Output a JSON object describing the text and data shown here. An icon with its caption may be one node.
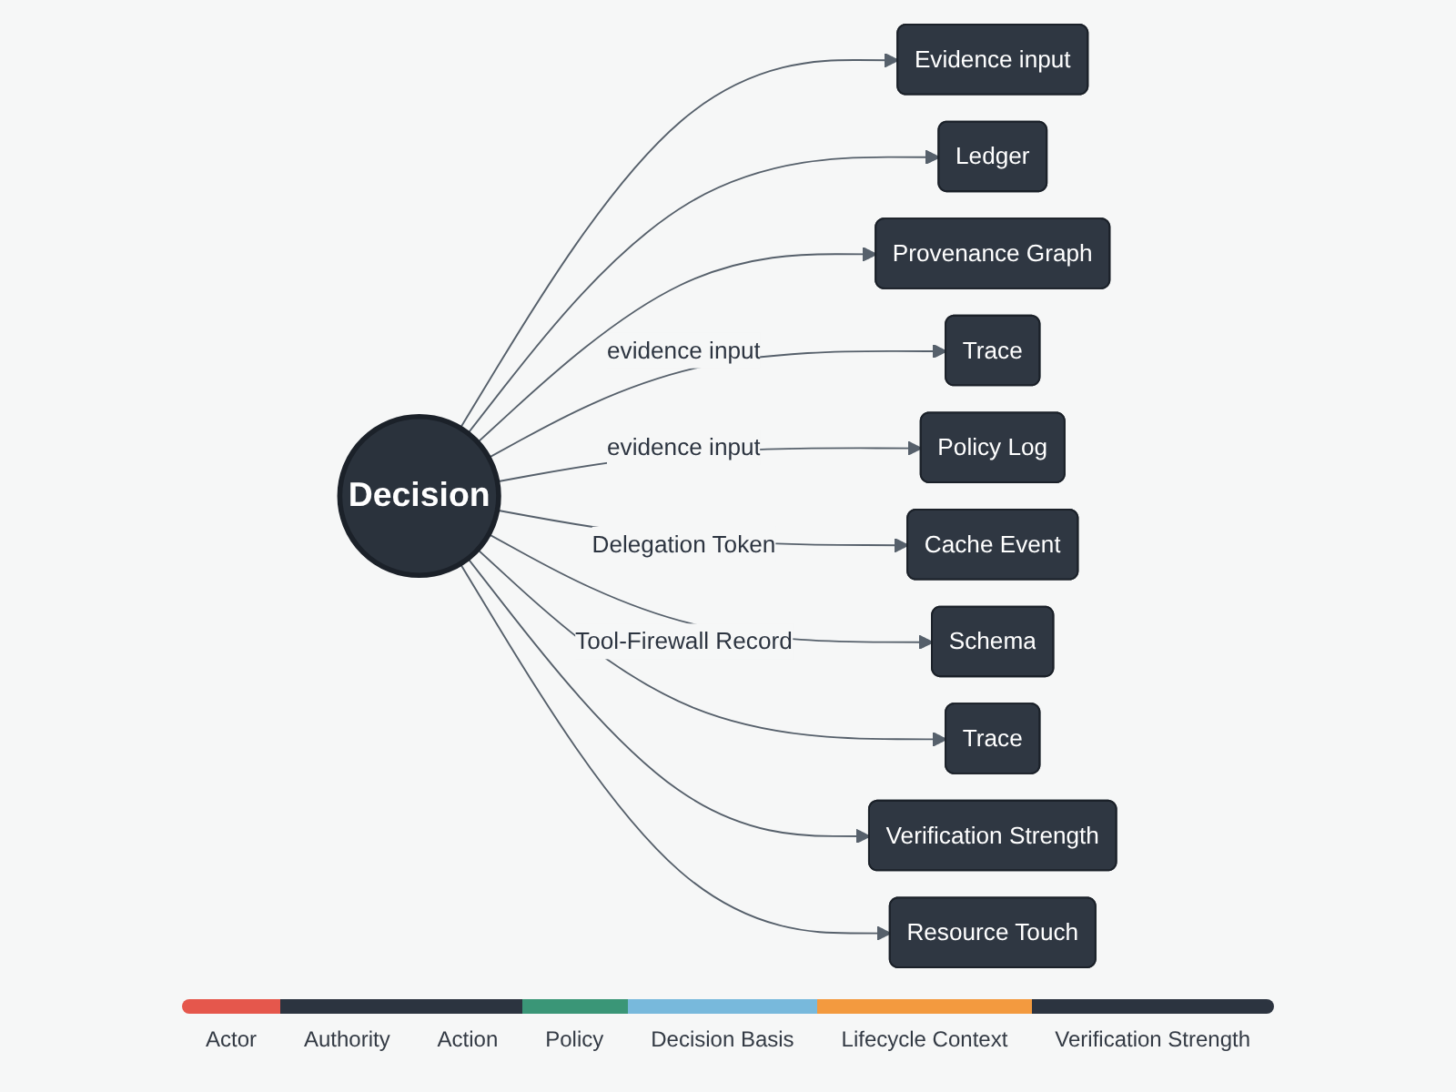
{
  "diagram": {
    "nodes": [
      {
        "text": [
          "Evidence input"
        ]
      },
      {
        "text": [
          "Ledger"
        ]
      },
      {
        "text": [
          "Provenance Graph"
        ]
      },
      {
        "text": [
          "Trace"
        ]
      },
      {
        "text": [
          "Policy Log"
        ]
      },
      {
        "text": [
          "Decision"
        ]
      },
      {
        "text": [
          "Cache Event"
        ]
      },
      {
        "text": [
          "Schema"
        ]
      },
      {
        "text": [
          "Trace"
        ]
      },
      {
        "text": [
          "Verification Strength"
        ]
      },
      {
        "text": [
          "Resource Touch"
        ]
      }
    ],
    "edges": [
      {
        "from": 5,
        "to": 0,
        "arrow": "to"
      },
      {
        "from": 5,
        "to": 1,
        "arrow": "to"
      },
      {
        "from": 5,
        "to": 2,
        "arrow": "to"
      },
      {
        "from": 5,
        "to": 3,
        "arrow": "to",
        "label": "evidence input"
      },
      {
        "from": 5,
        "to": 4,
        "arrow": "to",
        "label": "evidence input"
      },
      {
        "from": 5,
        "to": 6,
        "arrow": "to",
        "label": "Delegation Token"
      },
      {
        "from": 5,
        "to": 7,
        "arrow": "to",
        "label": "Tool-Firewall Record"
      },
      {
        "from": 5,
        "to": 8,
        "arrow": "to"
      },
      {
        "from": 5,
        "to": 9,
        "arrow": "to"
      },
      {
        "from": 5,
        "to": 10,
        "arrow": "to"
      }
    ],
    "legend": [
      {
        "text": "Actor",
        "color": "#e5574c"
      },
      {
        "text": "Authority",
        "color": "#2c3440"
      },
      {
        "text": "Action",
        "color": "#2c3440"
      },
      {
        "text": "Policy",
        "color": "#3a9677"
      },
      {
        "text": "Decision Basis",
        "color": "#78b9dc"
      },
      {
        "text": "Lifecycle Context",
        "color": "#f39a3f"
      },
      {
        "text": "Verification Strength",
        "color": "#2c3440"
      }
    ]
  }
}
